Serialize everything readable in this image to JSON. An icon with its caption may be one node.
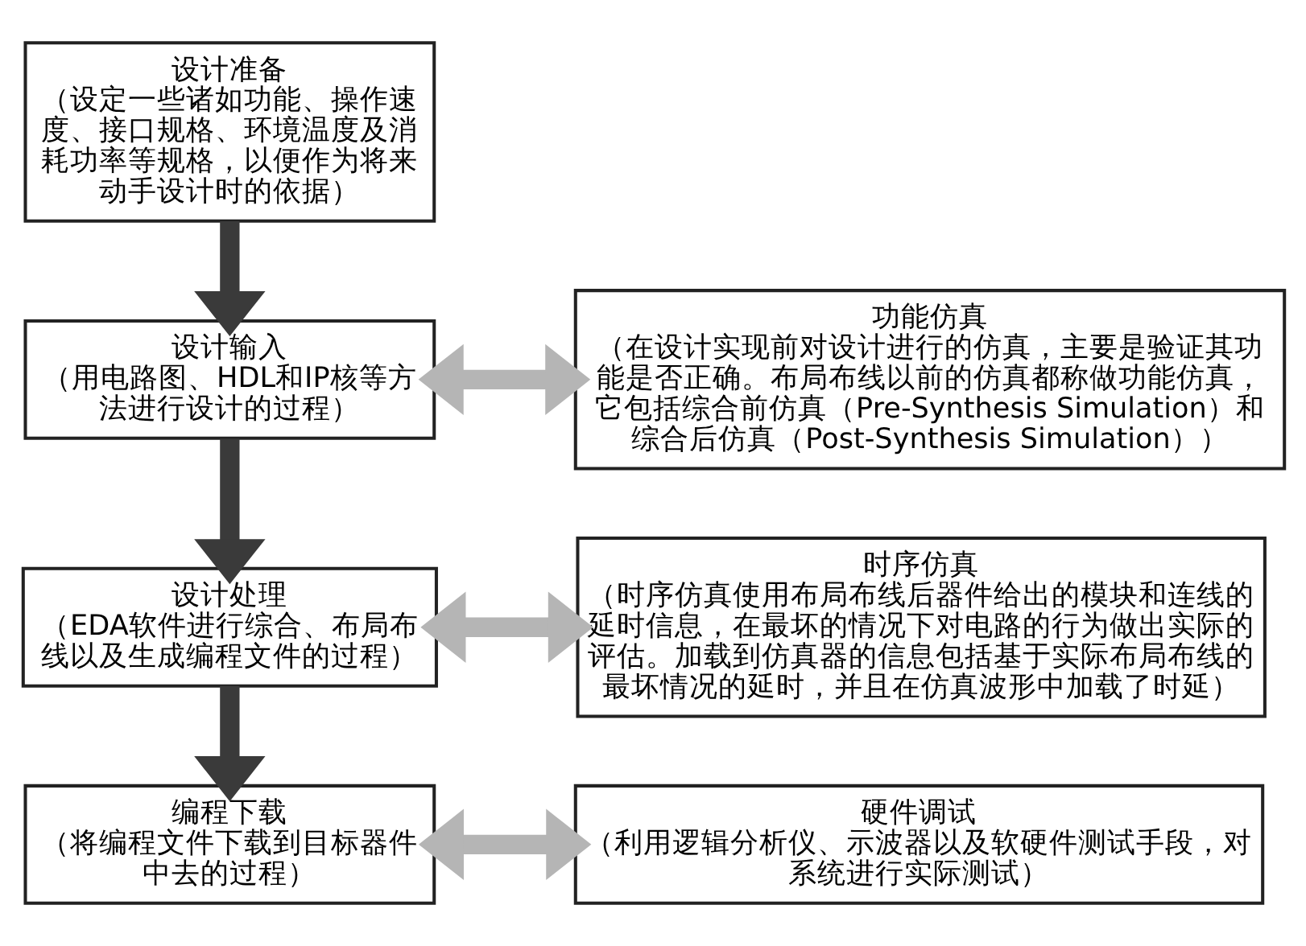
{
  "diagram": {
    "nodes": [
      {
        "text": [
          "设计准备",
          "（设定一些诸如功能、操作速度、接口规格、环境温度及消耗功率等规格，以便作为将来动手设计时的依据）"
        ]
      },
      {
        "text": [
          "设计输入",
          "（用电路图、HDL和IP核等方法进行设计的过程）"
        ]
      },
      {
        "text": [
          "设计处理",
          "（EDA软件进行综合、布局布线以及生成编程文件的过程）"
        ]
      },
      {
        "text": [
          "编程下载",
          "（将编程文件下载到目标器件中去的过程）"
        ]
      },
      {
        "text": [
          "功能仿真",
          "（在设计实现前对设计进行的仿真，主要是验证其功能是否正确。布局布线以前的仿真都称做功能仿真，它包括综合前仿真（Pre-Synthesis Simulation）和综合后仿真（Post-Synthesis Simulation））"
        ]
      },
      {
        "text": [
          "时序仿真",
          "（时序仿真使用布局布线后器件给出的模块和连线的延时信息，在最坏的情况下对电路的行为做出实际的评估。加载到仿真器的信息包括基于实际布局布线的最坏情况的延时，并且在仿真波形中加载了时延）"
        ]
      },
      {
        "text": [
          "硬件调试",
          "（利用逻辑分析仪、示波器以及软硬件测试手段，对系统进行实际测试）"
        ]
      }
    ],
    "edges": [
      {
        "from": 0,
        "to": 1,
        "arrow": "to"
      },
      {
        "from": 1,
        "to": 2,
        "arrow": "to"
      },
      {
        "from": 2,
        "to": 3,
        "arrow": "to"
      },
      {
        "from": 1,
        "to": 4,
        "arrow": "both",
        "color": "#b5b5b5"
      },
      {
        "from": 2,
        "to": 5,
        "arrow": "both",
        "color": "#b5b5b5"
      },
      {
        "from": 3,
        "to": 6,
        "arrow": "both",
        "color": "#b5b5b5"
      }
    ]
  }
}
